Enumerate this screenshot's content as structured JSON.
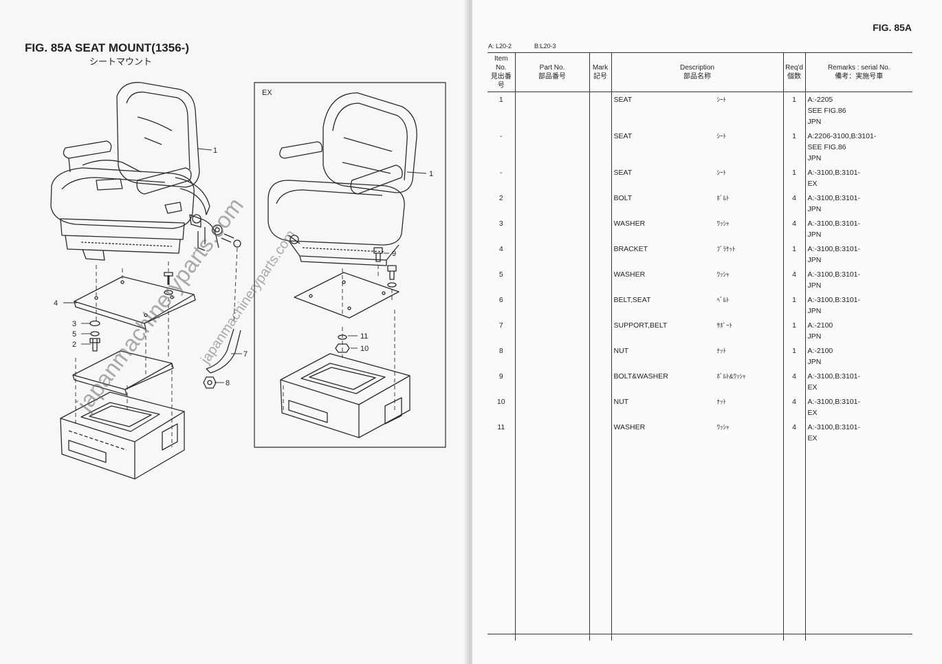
{
  "left_page": {
    "fig_title": "FIG. 85A    SEAT MOUNT(1356-)",
    "fig_title_jp": "シートマウント",
    "callouts": [
      "1",
      "1",
      "2",
      "3",
      "4",
      "5",
      "7",
      "8",
      "9",
      "10",
      "11"
    ],
    "inset_label": "EX",
    "watermark": "japanmachineryparts.com"
  },
  "right_page": {
    "fig_ref": "FIG. 85A",
    "models": [
      "A: L20-2",
      "B:L20-3"
    ],
    "headers": {
      "item": [
        "Item No.",
        "見出番号"
      ],
      "part": [
        "Part No.",
        "部品番号"
      ],
      "mark": [
        "Mark",
        "記号"
      ],
      "desc": [
        "Description",
        "部品名称"
      ],
      "qty": [
        "Req'd",
        "個数"
      ],
      "remarks": [
        "Remarks : serial No.",
        "備考：実施号車"
      ]
    },
    "rows": [
      {
        "item": "1",
        "part": "",
        "mark": "",
        "desc": "SEAT",
        "desc_jp": "ｼｰﾄ",
        "qty": "1",
        "remarks": [
          "A:-2205",
          "SEE FIG.86",
          "JPN"
        ]
      },
      {
        "item": "-",
        "part": "",
        "mark": "",
        "desc": "SEAT",
        "desc_jp": "ｼｰﾄ",
        "qty": "1",
        "remarks": [
          "A:2206-3100,B:3101-",
          "SEE FIG.86",
          "JPN"
        ]
      },
      {
        "item": "-",
        "part": "",
        "mark": "",
        "desc": "SEAT",
        "desc_jp": "ｼｰﾄ",
        "qty": "1",
        "remarks": [
          "A:-3100,B:3101-",
          "EX"
        ]
      },
      {
        "item": "2",
        "part": "",
        "mark": "",
        "desc": "BOLT",
        "desc_jp": "ﾎﾞﾙﾄ",
        "qty": "4",
        "remarks": [
          "A:-3100,B:3101-",
          "JPN"
        ]
      },
      {
        "item": "3",
        "part": "",
        "mark": "",
        "desc": "WASHER",
        "desc_jp": "ﾜｯｼｬ",
        "qty": "4",
        "remarks": [
          "A:-3100,B:3101-",
          "JPN"
        ]
      },
      {
        "item": "4",
        "part": "",
        "mark": "",
        "desc": "BRACKET",
        "desc_jp": "ﾌﾞﾗｹｯﾄ",
        "qty": "1",
        "remarks": [
          "A:-3100,B:3101-",
          "JPN"
        ]
      },
      {
        "item": "5",
        "part": "",
        "mark": "",
        "desc": "WASHER",
        "desc_jp": "ﾜｯｼｬ",
        "qty": "4",
        "remarks": [
          "A:-3100,B:3101-",
          "JPN"
        ]
      },
      {
        "item": "6",
        "part": "",
        "mark": "",
        "desc": "BELT,SEAT",
        "desc_jp": "ﾍﾞﾙﾄ",
        "qty": "1",
        "remarks": [
          "A:-3100,B:3101-",
          "JPN"
        ]
      },
      {
        "item": "7",
        "part": "",
        "mark": "",
        "desc": "SUPPORT,BELT",
        "desc_jp": "ｻﾎﾟｰﾄ",
        "qty": "1",
        "remarks": [
          "A:-2100",
          "JPN"
        ]
      },
      {
        "item": "8",
        "part": "",
        "mark": "",
        "desc": "NUT",
        "desc_jp": "ﾅｯﾄ",
        "qty": "1",
        "remarks": [
          "A:-2100",
          "JPN"
        ]
      },
      {
        "item": "9",
        "part": "",
        "mark": "",
        "desc": "BOLT&WASHER",
        "desc_jp": "ﾎﾞﾙﾄ&ﾜｯｼｬ",
        "qty": "4",
        "remarks": [
          "A:-3100,B:3101-",
          "EX"
        ]
      },
      {
        "item": "10",
        "part": "",
        "mark": "",
        "desc": "NUT",
        "desc_jp": "ﾅｯﾄ",
        "qty": "4",
        "remarks": [
          "A:-3100,B:3101-",
          "EX"
        ]
      },
      {
        "item": "11",
        "part": "",
        "mark": "",
        "desc": "WASHER",
        "desc_jp": "ﾜｯｼｬ",
        "qty": "4",
        "remarks": [
          "A:-3100,B:3101-",
          "EX"
        ]
      }
    ]
  }
}
